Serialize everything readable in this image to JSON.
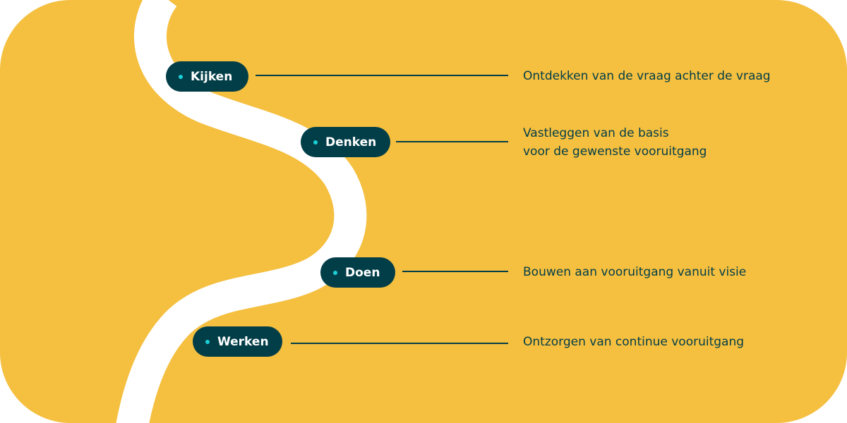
{
  "colors": {
    "background": "#f5bf3f",
    "pill": "#023e48",
    "dot": "#1ad0d8",
    "river": "#ffffff"
  },
  "steps": [
    {
      "label": "Kijken",
      "description": [
        "Ontdekken van de vraag achter de vraag"
      ]
    },
    {
      "label": "Denken",
      "description": [
        "Vastleggen van de basis",
        "voor de gewenste vooruitgang"
      ]
    },
    {
      "label": "Doen",
      "description": [
        "Bouwen aan vooruitgang vanuit visie"
      ]
    },
    {
      "label": "Werken",
      "description": [
        "Ontzorgen van continue vooruitgang"
      ]
    }
  ]
}
